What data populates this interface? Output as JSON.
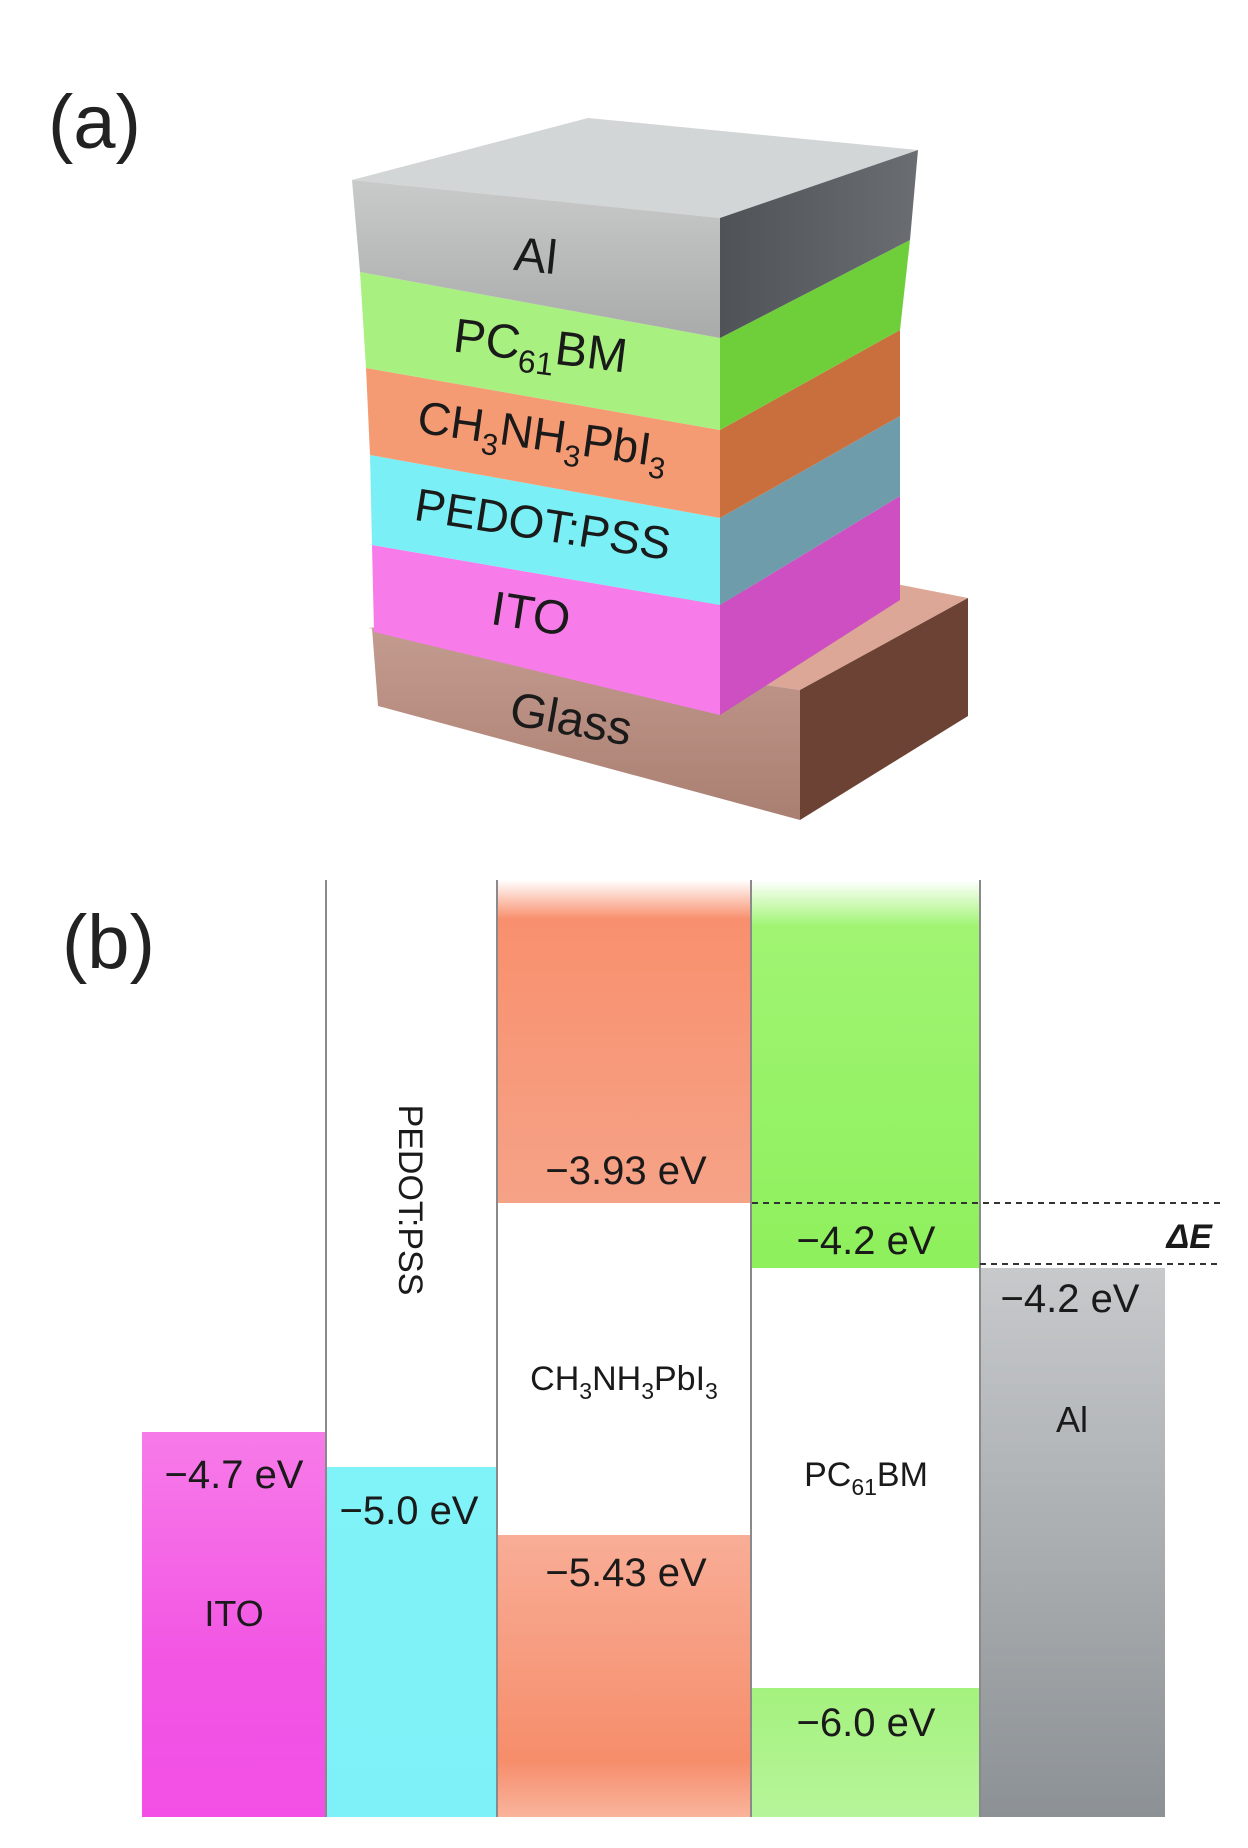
{
  "panel_a": {
    "label": "(a)",
    "layers": [
      {
        "id": "al",
        "name": "Al",
        "front": "#b6b6b6",
        "side": "#5a5d61",
        "top": "#d0d4d4"
      },
      {
        "id": "pcbm",
        "name_main": "PC",
        "name_sub": "61",
        "name_tail": "BM",
        "front": "#a6f07e",
        "side": "#6ece3a"
      },
      {
        "id": "perov",
        "name": "CH3NH3PbI3",
        "name_parts": [
          "CH",
          "3",
          "NH",
          "3",
          "PbI",
          "3"
        ],
        "front": "#f49a73",
        "side": "#c86e3e"
      },
      {
        "id": "pedot",
        "name": "PEDOT:PSS",
        "front": "#79f0f5",
        "side": "#6f9aa9"
      },
      {
        "id": "ito",
        "name": "ITO",
        "front": "#f77be9",
        "side": "#cd4ec1"
      },
      {
        "id": "glass",
        "name": "Glass",
        "front": "#b89184",
        "side": "#6b4334",
        "top": "#dba899"
      }
    ]
  },
  "panel_b": {
    "label": "(b)",
    "ito": {
      "name": "ITO",
      "level": "−4.7 eV",
      "color": "#f772e6"
    },
    "pedot": {
      "name": "PEDOT:PSS",
      "level": "−5.0 eV",
      "color": "#79f5f7"
    },
    "perov": {
      "name_parts": [
        "CH",
        "3",
        "NH",
        "3",
        "PbI",
        "3"
      ],
      "lumo": "−3.93 eV",
      "homo": "−5.43 eV",
      "color": "#f8967a"
    },
    "pcbm": {
      "name_main": "PC",
      "name_sub": "61",
      "name_tail": "BM",
      "lumo": "−4.2 eV",
      "homo": "−6.0 eV",
      "color": "#9ef46a"
    },
    "al": {
      "name": "Al",
      "level": "−4.2 eV",
      "color": "#a9adb0"
    },
    "delta_e": "ΔE"
  }
}
